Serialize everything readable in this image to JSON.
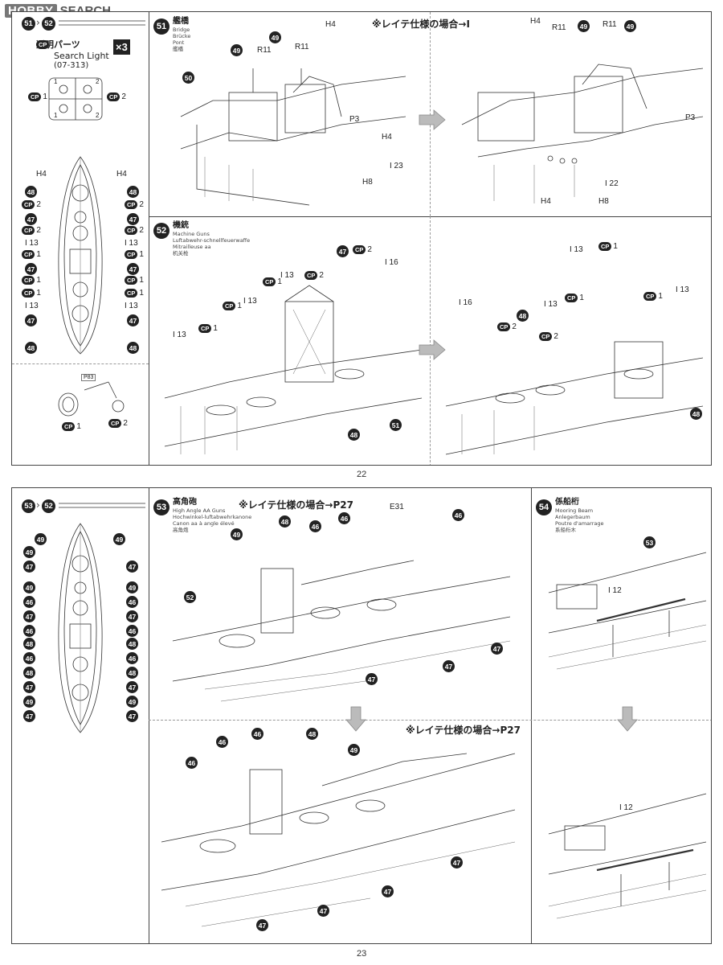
{
  "watermark": {
    "box": "HOBBY",
    "text": "SEARCH"
  },
  "page_numbers": [
    "22",
    "23"
  ],
  "top_left": {
    "steps": [
      "51",
      "52"
    ],
    "clear_parts": {
      "cp_label": "CP",
      "jp": "透明パーツ",
      "en": "Search Light",
      "code": "(07-313)",
      "qty": "×3"
    },
    "sprue_nums": [
      "1",
      "2",
      "1",
      "2"
    ],
    "cp_labels": [
      {
        "n": "1"
      },
      {
        "n": "2"
      },
      {
        "n": "1"
      },
      {
        "n": "2"
      },
      {
        "n": "1"
      },
      {
        "n": "2"
      }
    ],
    "ref": "P83",
    "ship_labels_left": [
      "H4",
      "48",
      "CP 2",
      "47",
      "CP 2",
      "I 13",
      "CP 1",
      "47",
      "CP 1",
      "CP 1",
      "I 13",
      "47",
      "48"
    ],
    "ship_labels_right": [
      "H4",
      "48",
      "CP 2",
      "47",
      "CP 2",
      "I 13",
      "CP 1",
      "47",
      "CP 1",
      "CP 1",
      "I 13",
      "47",
      "48"
    ]
  },
  "step51": {
    "num": "51",
    "jp": "艦橋",
    "en": "Bridge",
    "de": "Brücke",
    "fr": "Pont",
    "cn": "艦橋",
    "note": "※レイテ仕様の場合→I",
    "labels_left": [
      "H4",
      "49",
      "R11",
      "R11",
      "49",
      "50",
      "P3",
      "H4",
      "H8",
      "I 23"
    ],
    "labels_right": [
      "H4",
      "R11",
      "49",
      "R11",
      "49",
      "P3",
      "I 22",
      "H4",
      "H8"
    ]
  },
  "step52": {
    "num": "52",
    "jp": "機銃",
    "en": "Machine Guns",
    "de": "Luftabwehr-schnellfeuerwaffe",
    "fr": "Mitrailleuse aa",
    "cn": "机关枪",
    "labels_left": [
      "47",
      "CP 2",
      "I 16",
      "CP 1",
      "CP 2",
      "I 13",
      "CP 1",
      "I 13",
      "I 13",
      "CP 1",
      "48",
      "51"
    ],
    "labels_right": [
      "CP 1",
      "I 13",
      "I 13",
      "CP 1",
      "I 16",
      "48",
      "CP 2",
      "CP 2",
      "I 13",
      "CP 1",
      "48"
    ]
  },
  "bottom_left": {
    "steps": [
      "53",
      "52"
    ],
    "labels_left": [
      "49",
      "49",
      "47",
      "49",
      "46",
      "47",
      "46",
      "48",
      "46",
      "48",
      "47",
      "49",
      "47"
    ],
    "labels_right": [
      "49",
      "47",
      "49",
      "46",
      "47",
      "46",
      "48",
      "46",
      "48",
      "47",
      "49",
      "47"
    ]
  },
  "step53": {
    "num": "53",
    "jp": "高角砲",
    "en": "High Angle AA Guns",
    "de": "Hochwinkel-luftabwehrkanone",
    "fr": "Canon aa à angle élevé",
    "cn": "高角炮",
    "note_top": "※レイテ仕様の場合→P27",
    "note_bottom": "※レイテ仕様の場合→P27",
    "labels_top": [
      "49",
      "48",
      "46",
      "46",
      "E31",
      "46",
      "52",
      "47",
      "47",
      "47"
    ],
    "labels_bottom": [
      "46",
      "46",
      "48",
      "49",
      "46",
      "47",
      "47",
      "47",
      "47"
    ]
  },
  "step54": {
    "num": "54",
    "jp": "係船桁",
    "en": "Mooring Beam",
    "de": "Anlegerbaum",
    "fr": "Poutre d'amarrage",
    "cn": "系船桁木",
    "labels_top": [
      "53",
      "I 12"
    ],
    "labels_bottom": [
      "I 12"
    ]
  }
}
